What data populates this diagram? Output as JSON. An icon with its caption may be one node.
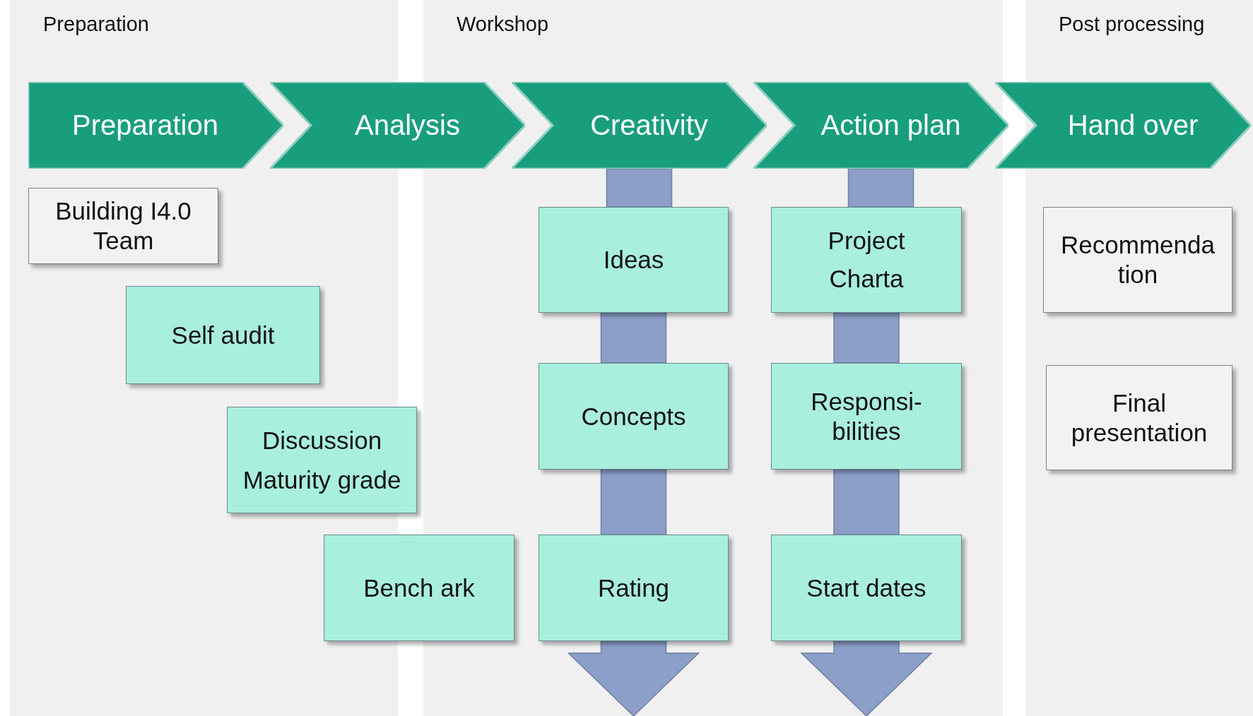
{
  "diagram": {
    "nodes": [
      {
        "text": [
          "Preparation"
        ]
      },
      {
        "text": [
          "Workshop"
        ]
      },
      {
        "text": [
          "Post processing"
        ]
      },
      {
        "text": [
          "Preparation"
        ],
        "in": 0
      },
      {
        "text": [
          "Analysis"
        ]
      },
      {
        "text": [
          "Creativity"
        ],
        "in": 1
      },
      {
        "text": [
          "Action plan"
        ],
        "in": 1
      },
      {
        "text": [
          "Hand over"
        ]
      },
      {
        "text": [
          "Building I4.0 Team"
        ],
        "in": 0
      },
      {
        "text": [
          "Self audit"
        ],
        "in": 0
      },
      {
        "text": [
          "Discussion",
          "Maturity grade"
        ]
      },
      {
        "text": [
          "Bench ark"
        ]
      },
      {
        "text": [
          "Ideas"
        ],
        "in": 1
      },
      {
        "text": [
          "Concepts"
        ],
        "in": 1
      },
      {
        "text": [
          "Rating"
        ],
        "in": 1
      },
      {
        "text": [
          "Project Charta"
        ],
        "in": 1
      },
      {
        "text": [
          "Responsi- bilities"
        ],
        "in": 1
      },
      {
        "text": [
          "Start dates"
        ],
        "in": 1
      },
      {
        "text": [
          "Recommenda tion"
        ],
        "in": 2
      },
      {
        "text": [
          "Final presentation"
        ],
        "in": 2
      }
    ],
    "edges": [
      {
        "from": 5,
        "to": 12,
        "arrow": "none",
        "style": "thick",
        "color": "#8c9fc9"
      },
      {
        "from": 12,
        "to": 13,
        "arrow": "none",
        "style": "thick",
        "color": "#8c9fc9"
      },
      {
        "from": 13,
        "to": 14,
        "arrow": "none",
        "style": "thick",
        "color": "#8c9fc9"
      },
      {
        "from": 14,
        "to": null,
        "arrow": "to",
        "style": "thick",
        "color": "#8c9fc9"
      },
      {
        "from": 6,
        "to": 15,
        "arrow": "none",
        "style": "thick",
        "color": "#8c9fc9"
      },
      {
        "from": 15,
        "to": 16,
        "arrow": "none",
        "style": "thick",
        "color": "#8c9fc9"
      },
      {
        "from": 16,
        "to": 17,
        "arrow": "none",
        "style": "thick",
        "color": "#8c9fc9"
      },
      {
        "from": 17,
        "to": null,
        "arrow": "to",
        "style": "thick",
        "color": "#8c9fc9"
      }
    ]
  }
}
